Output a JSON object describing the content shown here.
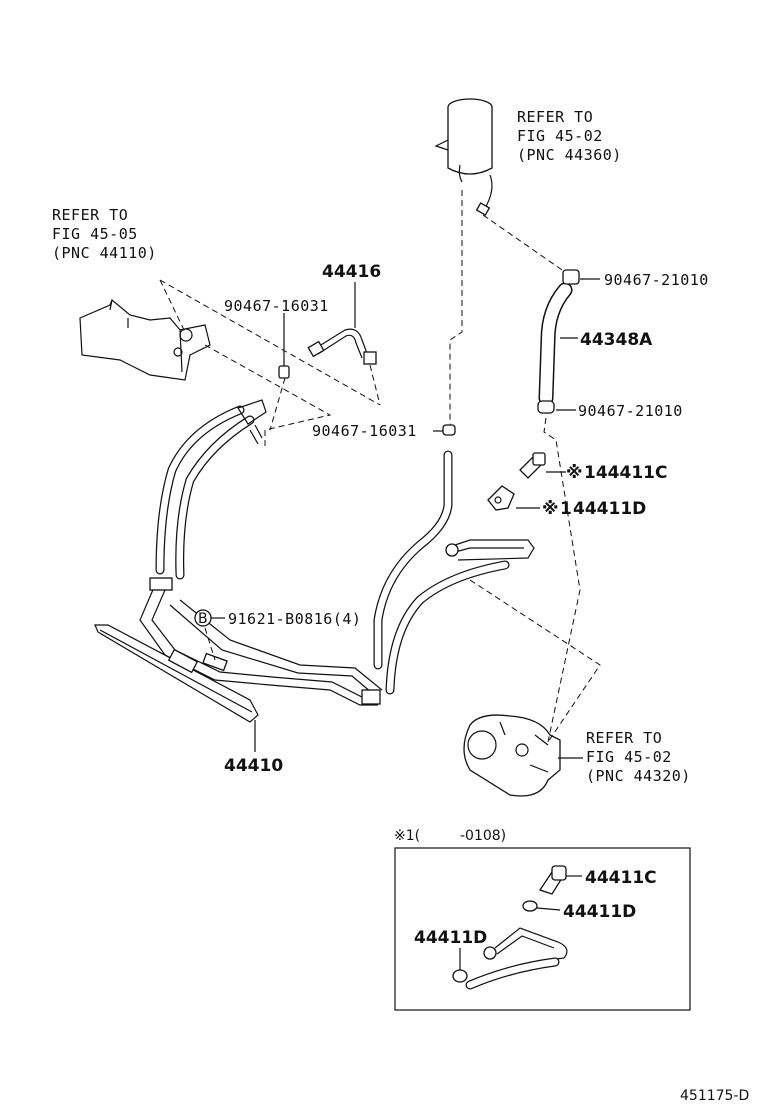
{
  "refs": {
    "steering_gear": {
      "line1": "REFER TO",
      "line2": "FIG 45-05",
      "line3": "(PNC 44110)"
    },
    "reservoir": {
      "line1": "REFER TO",
      "line2": "FIG 45-02",
      "line3": "(PNC 44360)"
    },
    "pump": {
      "line1": "REFER TO",
      "line2": "FIG 45-02",
      "line3": "(PNC 44320)"
    }
  },
  "parts": {
    "p44416": "44416",
    "p90467_16031_a": "90467-16031",
    "p90467_16031_b": "90467-16031",
    "p90467_21010_a": "90467-21010",
    "p44348A": "44348A",
    "p90467_21010_b": "90467-21010",
    "p44411C": "144411C",
    "p44411D": "44411D",
    "p91621": "91621-B0816(4)",
    "p44410": "44410"
  },
  "symbols": {
    "note_mark": "※",
    "note_one": "1",
    "bolt_mark": "B"
  },
  "inset": {
    "header_mark": "※1(",
    "header_range": "-0108)",
    "c": "44411C",
    "d_right": "44411D",
    "d_left": "44411D"
  },
  "diagram_code": "451175-D"
}
